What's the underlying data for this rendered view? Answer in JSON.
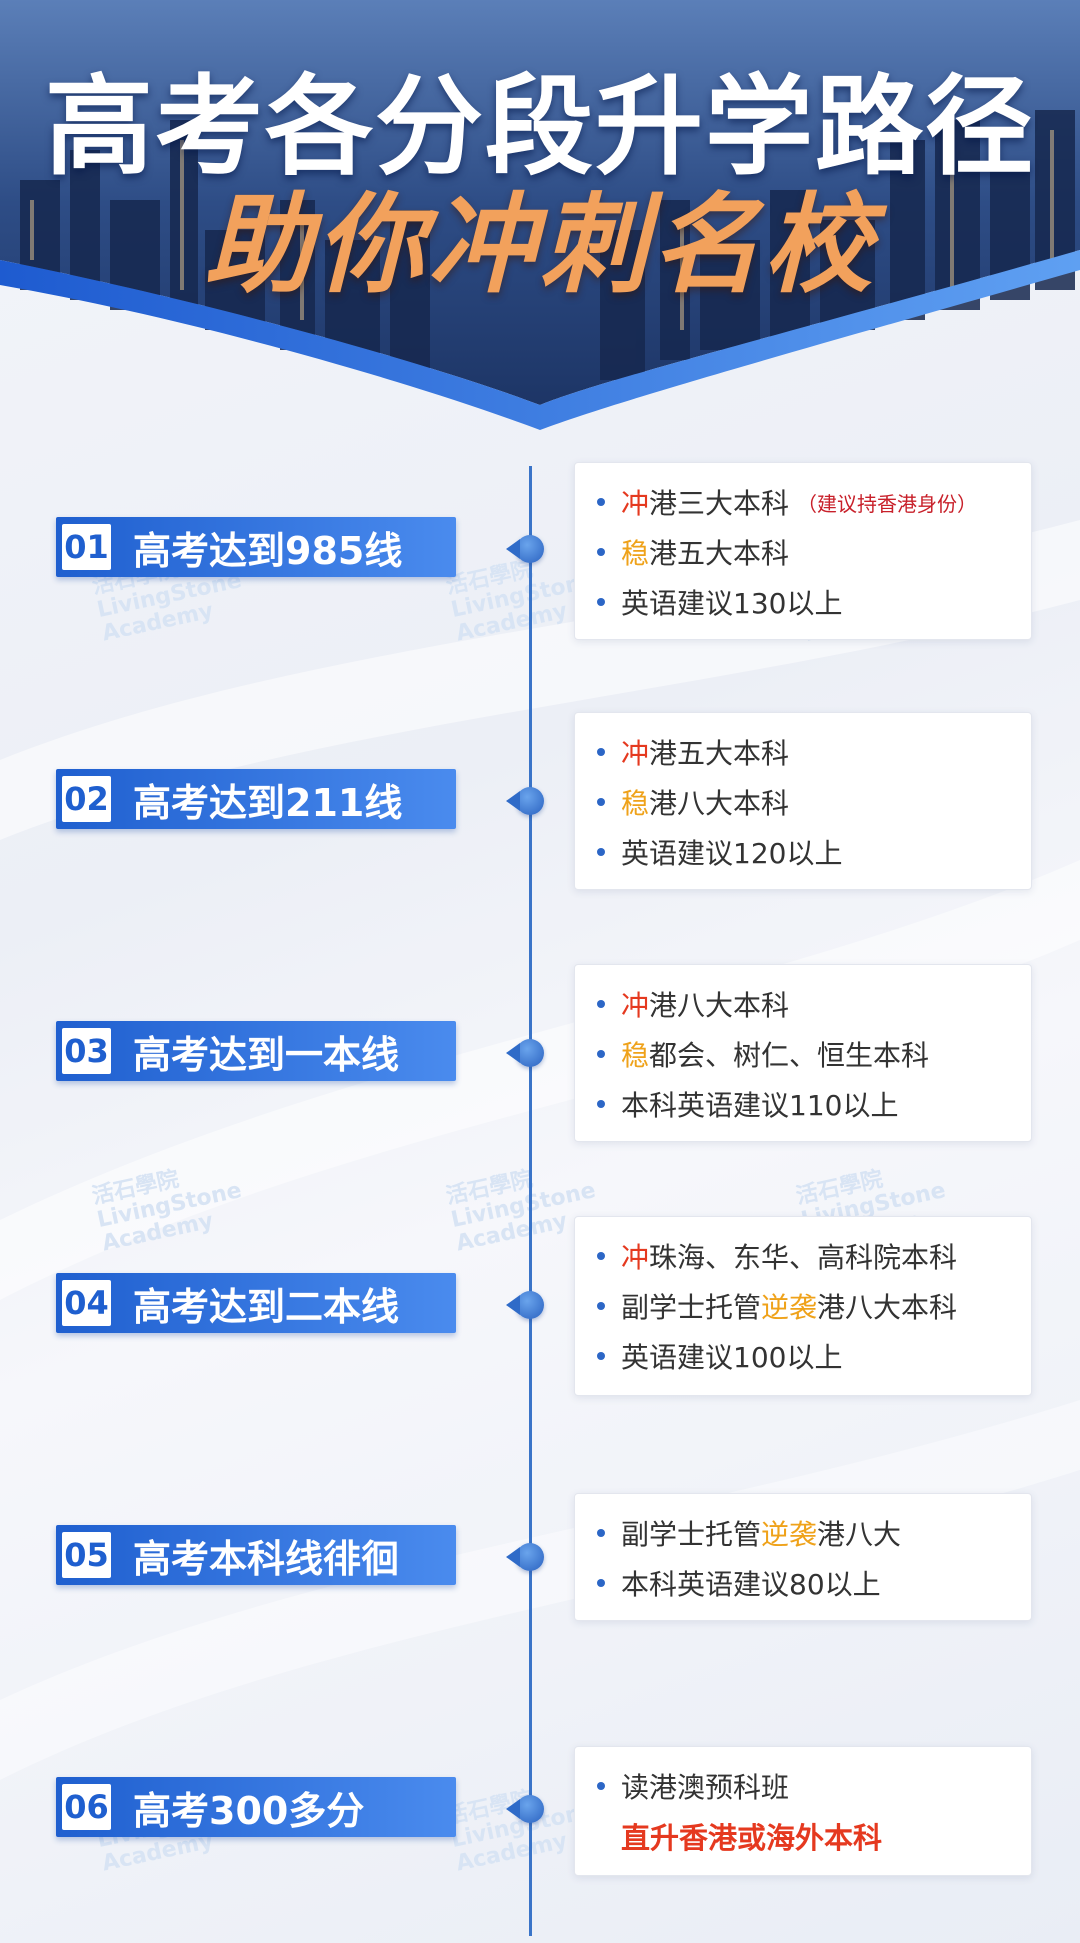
{
  "header": {
    "title_line1": "高考各分段升学路径",
    "title_line2": "助你冲刺名校"
  },
  "colors": {
    "primary_blue": "#1f5fcf",
    "title_orange": "#f2a15c",
    "accent_red": "#e5391f",
    "accent_orange": "#efa21a"
  },
  "watermark": {
    "line1": "活石學院",
    "line2": "LivingStone",
    "line3": "Academy"
  },
  "tiers": [
    {
      "num": "01",
      "label": "高考达到985线",
      "rows": [
        {
          "hl": "冲",
          "rest": "港三大本科",
          "note": "（建议持香港身份）"
        },
        {
          "hl": "稳",
          "rest": "港五大本科"
        },
        {
          "text": "英语建议130以上"
        }
      ]
    },
    {
      "num": "02",
      "label": "高考达到211线",
      "rows": [
        {
          "hl": "冲",
          "rest": "港五大本科"
        },
        {
          "hl": "稳",
          "rest": "港八大本科"
        },
        {
          "text": "英语建议120以上"
        }
      ]
    },
    {
      "num": "03",
      "label": "高考达到一本线",
      "rows": [
        {
          "hl": "冲",
          "rest": "港八大本科"
        },
        {
          "hl": "稳",
          "rest": "都会、树仁、恒生本科"
        },
        {
          "text": "本科英语建议110以上"
        }
      ]
    },
    {
      "num": "04",
      "label": "高考达到二本线",
      "rows": [
        {
          "hl": "冲",
          "rest": "珠海、东华、高科院本科"
        },
        {
          "pre": "副学士托管",
          "hl": "逆袭",
          "rest": "港八大本科"
        },
        {
          "text": "英语建议100以上"
        }
      ]
    },
    {
      "num": "05",
      "label": "高考本科线徘徊",
      "rows": [
        {
          "pre": "副学士托管",
          "hl": "逆袭",
          "rest": "港八大"
        },
        {
          "text": "本科英语建议80以上"
        }
      ]
    },
    {
      "num": "06",
      "label": "高考300多分",
      "rows": [
        {
          "text": "读港澳预科班"
        },
        {
          "strong": "直升香港或海外本科"
        }
      ]
    }
  ]
}
